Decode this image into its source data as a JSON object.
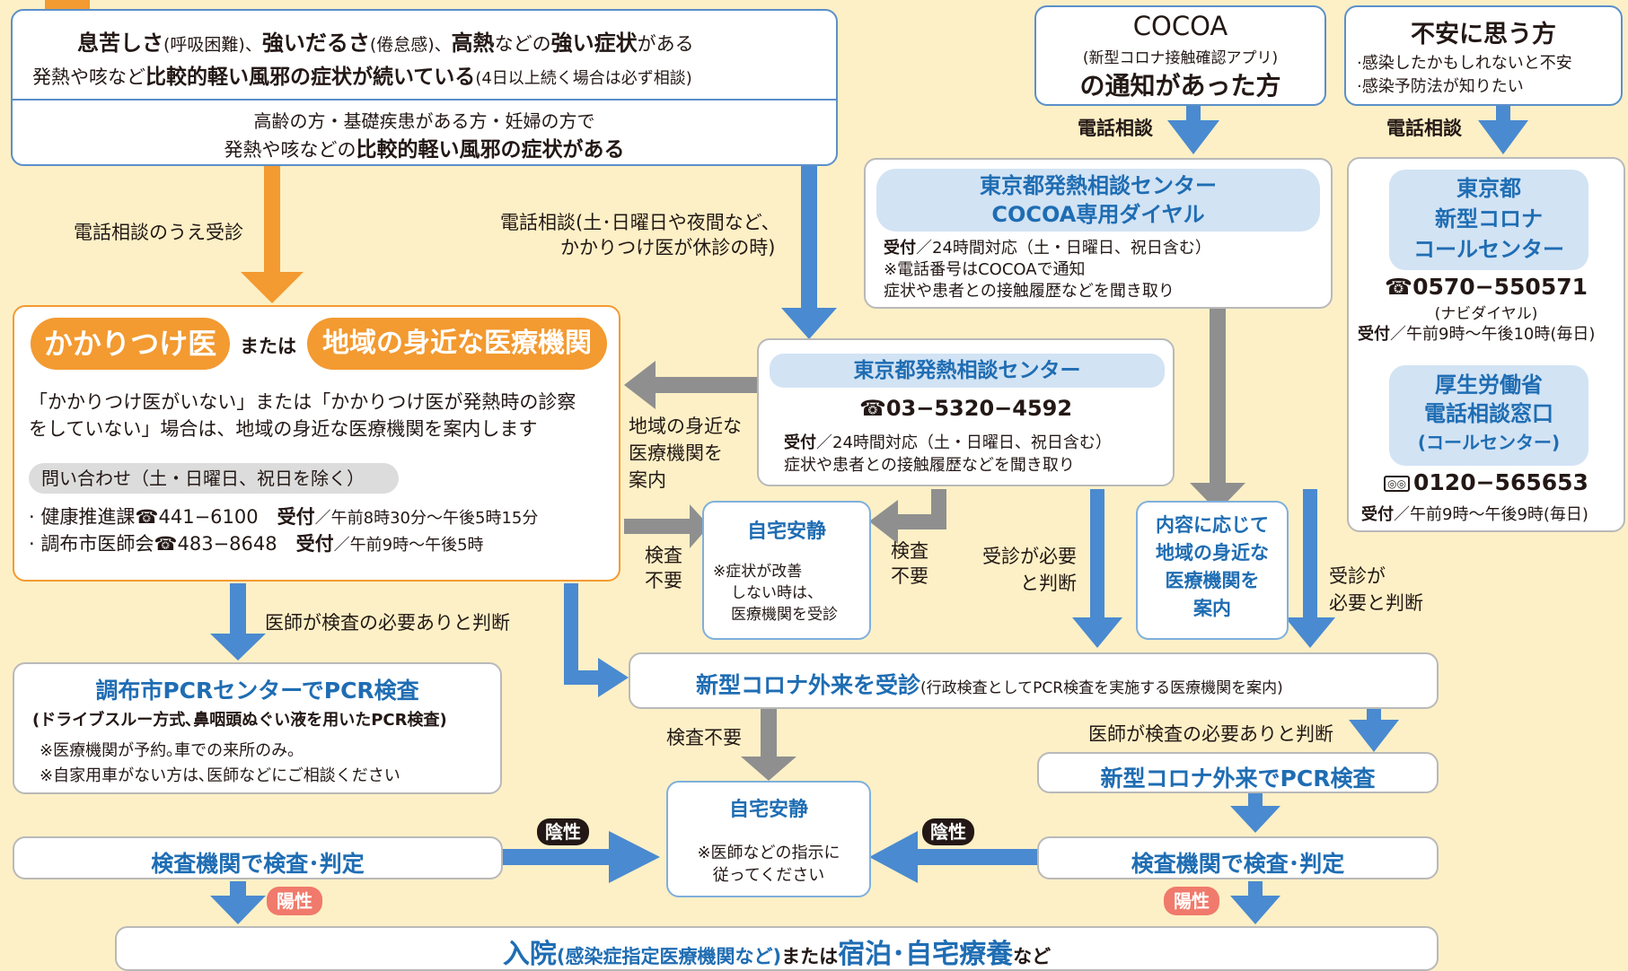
{
  "top_left": {
    "line1": {
      "a": "息苦しさ",
      "b": "(呼吸困難)、",
      "c": "強いだるさ",
      "d": "(倦怠感)、",
      "e": "高熱",
      "f": "などの",
      "g": "強い症状",
      "h": "がある"
    },
    "line2": {
      "a": "発熱や咳など",
      "b": "比較的軽い風邪の症状が続いている",
      "c": "(4日以上続く場合は必ず相談)"
    },
    "line3": "高齢の方・基礎疾患がある方・妊婦の方で",
    "line4": {
      "a": "発熱や咳などの",
      "b": "比較的軽い風邪の症状がある"
    }
  },
  "cocoa": {
    "title": "COCOA",
    "sub": "(新型コロナ接触確認アプリ)",
    "line": "の通知があった方"
  },
  "anxious": {
    "title": "不安に思う方",
    "l1": "·感染したかもしれないと不安",
    "l2": "·感染予防法が知りたい"
  },
  "labels": {
    "phone_consult": "電話相談",
    "phone_then_visit": "電話相談のうえ受診",
    "phone_holiday_1": "電話相談(土･日曜日や夜間など、",
    "phone_holiday_2": "かかりつけ医が休診の時)",
    "guide_local_1": "地域の身近な",
    "guide_local_2": "医療機関を",
    "guide_local_3": "案内",
    "no_test_1": "検査",
    "no_test_2": "不要",
    "need_visit_1": "受診が必要",
    "need_visit_2": "と判断",
    "need_visit_b1": "受診が",
    "need_visit_b2": "必要と判断",
    "doctor_test_needed": "医師が検査の必要ありと判断",
    "no_test": "検査不要",
    "negative": "陰性",
    "positive": "陽性"
  },
  "cocoa_center": {
    "title1": "東京都発熱相談センター",
    "title2": "COCOA専用ダイヤル",
    "hours_label": "受付",
    "hours": "／24時間対応（土・日曜日、祝日含む）",
    "note1": "※電話番号はCOCOAで通知",
    "note2": "症状や患者との接触履歴などを聞き取り"
  },
  "tokyo_callcenter": {
    "t1": "東京都",
    "t2": "新型コロナ",
    "t3": "コールセンター",
    "phone": "☎0570−550571",
    "phone_note": "(ナビダイヤル)",
    "hours_label": "受付",
    "hours": "／午前9時〜午後10時(毎日)"
  },
  "mhlw": {
    "t1": "厚生労働省",
    "t2": "電話相談窓口",
    "t3": "(コールセンター)",
    "phone": "0120−565653",
    "hours_label": "受付",
    "hours": "／午前9時〜午後9時(毎日)"
  },
  "family_doctor": {
    "pill1": "かかりつけ医",
    "mid": "または",
    "pill2": "地域の身近な医療機関",
    "d1": "「かかりつけ医がいない」または「かかりつけ医が発熱時の診察",
    "d2": "をしていない」場合は、地域の身近な医療機関を案内します",
    "inquiry": "問い合わせ（土・日曜日、祝日を除く）",
    "r1a": "· 健康推進課☎441−6100",
    "r1b": "受付",
    "r1c": "／午前8時30分〜午後5時15分",
    "r2a": "· 調布市医師会☎483−8648",
    "r2b": "受付",
    "r2c": "／午前9時〜午後5時"
  },
  "fever_center": {
    "title": "東京都発熱相談センター",
    "phone": "☎03−5320−4592",
    "hours_label": "受付",
    "hours": "／24時間対応（土・日曜日、祝日含む）",
    "note": "症状や患者との接触履歴などを聞き取り"
  },
  "home_rest_1": {
    "title": "自宅安静",
    "n1": "※症状が改善",
    "n2": "しない時は、",
    "n3": "医療機関を受診"
  },
  "local_guide": {
    "l1": "内容に応じて",
    "l2": "地域の身近な",
    "l3": "医療機関を",
    "l4": "案内"
  },
  "pcr_center": {
    "title": "調布市PCRセンターでPCR検査",
    "sub": "(ドライブスルー方式､鼻咽頭ぬぐい液を用いたPCR検査)",
    "n1": "※医療機関が予約｡車での来所のみ｡",
    "n2": "※自家用車がない方は､医師などにご相談ください"
  },
  "outpatient": {
    "title": "新型コロナ外来を受診",
    "sub": "(行政検査としてPCR検査を実施する医療機関を案内)"
  },
  "outpatient_pcr": "新型コロナ外来でPCR検査",
  "lab_left": "検査機関で検査･判定",
  "lab_right": "検査機関で検査･判定",
  "home_rest_2": {
    "title": "自宅安静",
    "n1": "※医師などの指示に",
    "n2": "従ってください"
  },
  "final": {
    "a": "入院",
    "b": "(感染症指定医療機関など)",
    "c": "または",
    "d": "宿泊･自宅療養",
    "e": "など"
  },
  "colors": {
    "bg": "#fdf0c6",
    "blue": "#4a8ad0",
    "orange": "#f39a31",
    "gray": "#8f8f8f",
    "pink": "#f07a6b",
    "dark": "#231815"
  }
}
